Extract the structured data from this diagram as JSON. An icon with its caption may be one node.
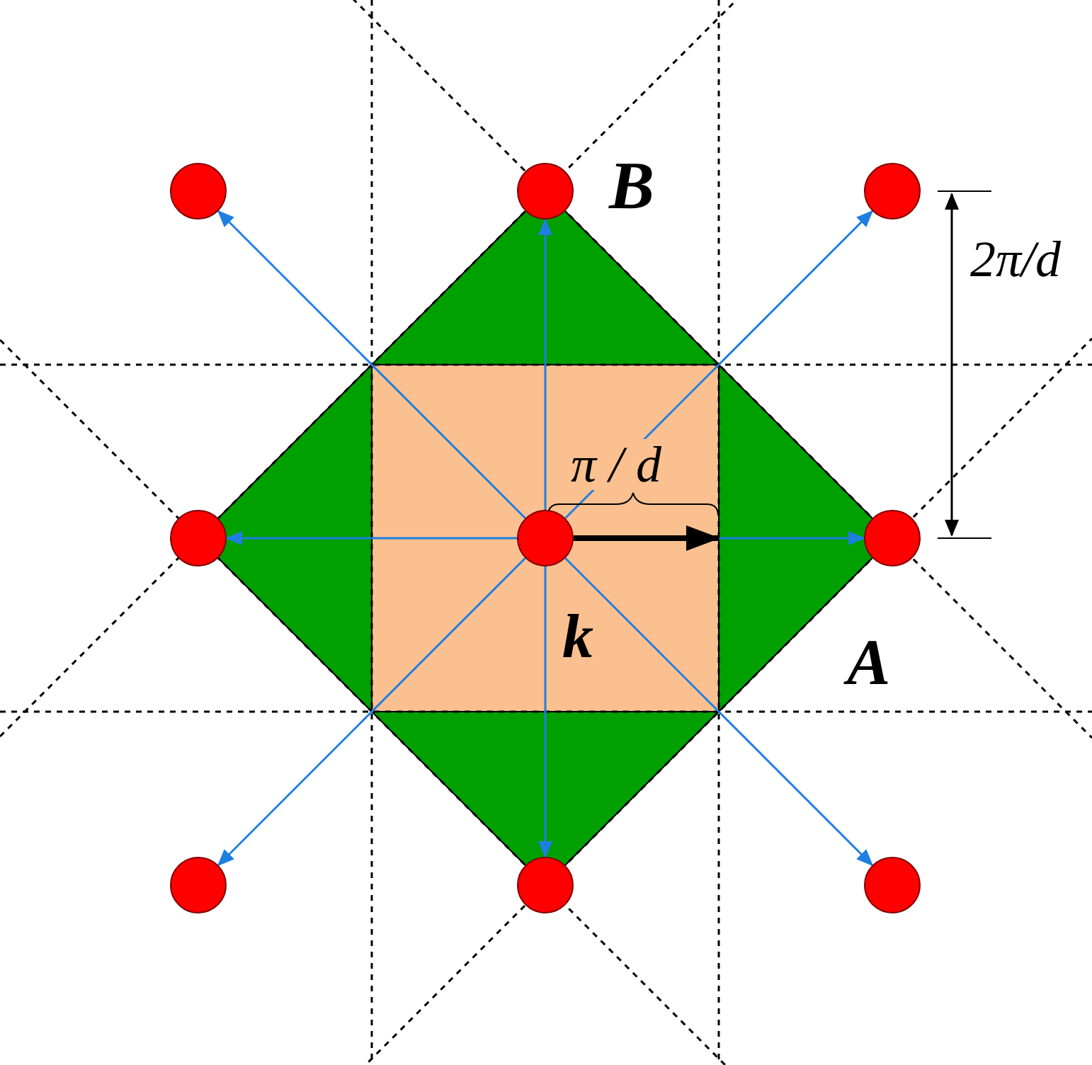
{
  "diagram": {
    "nodes": [
      {
        "text": [],
        "shape": "circle"
      },
      {
        "text": [],
        "shape": "circle"
      },
      {
        "text": [],
        "shape": "circle"
      },
      {
        "text": [],
        "shape": "circle"
      },
      {
        "text": [],
        "shape": "circle"
      },
      {
        "text": [],
        "shape": "circle"
      },
      {
        "text": [],
        "shape": "circle"
      },
      {
        "text": [],
        "shape": "circle"
      },
      {
        "text": [],
        "shape": "circle"
      }
    ],
    "edges": [
      {
        "from": 4,
        "to": 0,
        "arrow": "to"
      },
      {
        "from": 4,
        "to": 1,
        "arrow": "to"
      },
      {
        "from": 4,
        "to": 2,
        "arrow": "to"
      },
      {
        "from": 4,
        "to": 3,
        "arrow": "to"
      },
      {
        "from": 4,
        "to": 5,
        "arrow": "to"
      },
      {
        "from": 4,
        "to": 6,
        "arrow": "to"
      },
      {
        "from": 4,
        "to": 7,
        "arrow": "to"
      },
      {
        "from": 4,
        "to": 8,
        "arrow": "to"
      }
    ],
    "labels": [
      "B",
      "2π/d",
      "π / d",
      "k",
      "A"
    ]
  }
}
